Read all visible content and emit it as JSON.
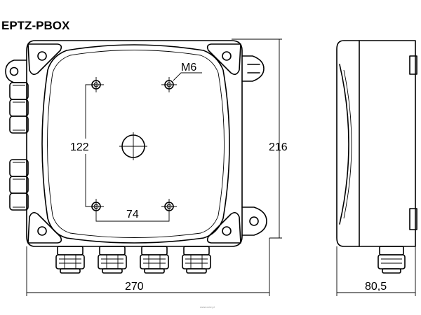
{
  "title": "EPTZ-PBOX",
  "dimensions": {
    "width": "270",
    "height": "216",
    "depth": "80,5",
    "hole_vertical": "122",
    "hole_horizontal": "74",
    "thread": "M6"
  },
  "watermark": "www.cctv.pl"
}
